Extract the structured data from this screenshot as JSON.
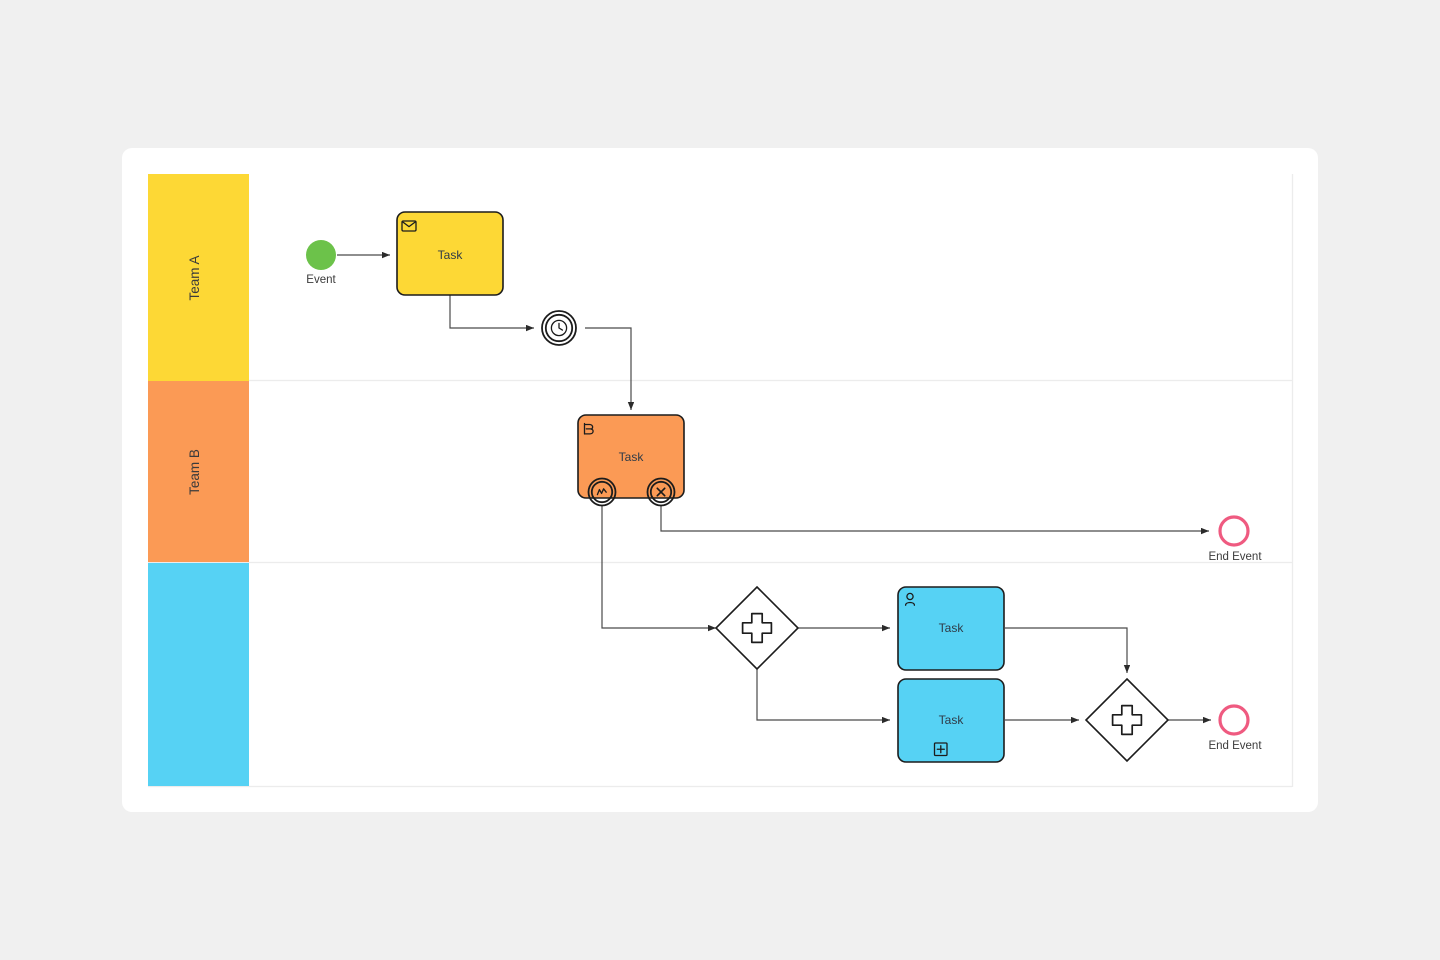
{
  "canvas": {
    "background_color": "#f0f0f0",
    "card_color": "#ffffff"
  },
  "diagram": {
    "type": "bpmn-process",
    "lanes": [
      {
        "id": "lane-a",
        "label": "Team A",
        "color": "#fdd835"
      },
      {
        "id": "lane-b",
        "label": "Team B",
        "color": "#fb9a55"
      },
      {
        "id": "lane-c",
        "label": "",
        "color": "#56d2f4"
      }
    ],
    "nodes": [
      {
        "id": "start-event",
        "kind": "start-event",
        "icon": "start-event-circle",
        "label": "",
        "outside_label": "Event",
        "color": "#6cc24a",
        "lane": "lane-a"
      },
      {
        "id": "task-send",
        "kind": "task",
        "icon": "envelope-icon",
        "label": "Task",
        "color": "#fdd835",
        "lane": "lane-a"
      },
      {
        "id": "timer-event",
        "kind": "intermediate-event",
        "icon": "clock-icon",
        "label": "",
        "outside_label": "",
        "lane": "lane-a"
      },
      {
        "id": "task-manual",
        "kind": "task",
        "icon": "hand-pointer-icon",
        "label": "Task",
        "color": "#fb9a55",
        "lane": "lane-b"
      },
      {
        "id": "boundary-signal",
        "kind": "boundary-event",
        "icon": "zigzag-icon",
        "label": "",
        "lane": "lane-b"
      },
      {
        "id": "boundary-cancel",
        "kind": "boundary-event",
        "icon": "cancel-x-icon",
        "label": "",
        "lane": "lane-b"
      },
      {
        "id": "end-event-b",
        "kind": "end-event",
        "icon": "end-event-circle",
        "label": "",
        "outside_label": "End Event",
        "color": "#ef5a80",
        "lane": "lane-b"
      },
      {
        "id": "gateway-split",
        "kind": "parallel-gateway",
        "icon": "plus-icon",
        "label": "",
        "lane": "lane-c"
      },
      {
        "id": "task-user",
        "kind": "user-task",
        "icon": "user-icon",
        "label": "Task",
        "color": "#56d2f4",
        "lane": "lane-c"
      },
      {
        "id": "task-subprocess",
        "kind": "sub-process-task",
        "icon": "plus-box-icon",
        "label": "Task",
        "color": "#56d2f4",
        "lane": "lane-c"
      },
      {
        "id": "gateway-join",
        "kind": "parallel-gateway",
        "icon": "plus-icon",
        "label": "",
        "lane": "lane-c"
      },
      {
        "id": "end-event-c",
        "kind": "end-event",
        "icon": "end-event-circle",
        "label": "",
        "outside_label": "End Event",
        "color": "#ef5a80",
        "lane": "lane-c"
      }
    ],
    "flows": [
      {
        "from": "start-event",
        "to": "task-send",
        "label": ""
      },
      {
        "from": "task-send",
        "to": "timer-event",
        "label": ""
      },
      {
        "from": "timer-event",
        "to": "task-manual",
        "label": ""
      },
      {
        "from": "boundary-cancel",
        "to": "end-event-b",
        "label": ""
      },
      {
        "from": "boundary-signal",
        "to": "gateway-split",
        "label": ""
      },
      {
        "from": "gateway-split",
        "to": "task-user",
        "label": ""
      },
      {
        "from": "gateway-split",
        "to": "task-subprocess",
        "label": ""
      },
      {
        "from": "task-user",
        "to": "gateway-join",
        "label": ""
      },
      {
        "from": "task-subprocess",
        "to": "gateway-join",
        "label": ""
      },
      {
        "from": "gateway-join",
        "to": "end-event-c",
        "label": ""
      }
    ]
  }
}
